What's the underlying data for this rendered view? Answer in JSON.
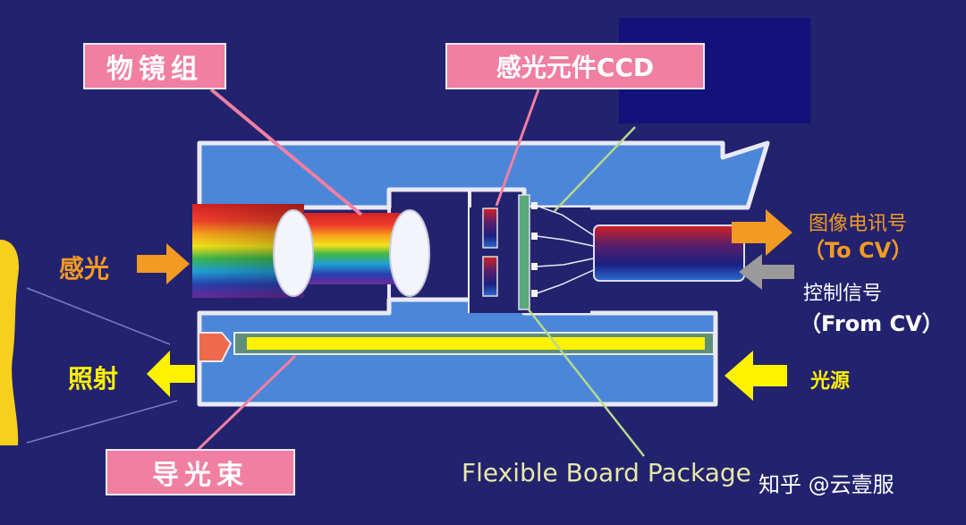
{
  "labels": {
    "objective": "物镜组",
    "ccd": "感光元件CCD",
    "light_guide": "导光束",
    "sensing": "感光",
    "illumination": "照射",
    "image_signal": "图像电讯号",
    "to_cv": "（To CV）",
    "control_signal": "控制信号",
    "from_cv": "（From CV）",
    "light_source": "光源",
    "flexible_board": "Flexible Board Package",
    "watermark": "知乎 @云壹服"
  },
  "colors": {
    "background": "#22226e",
    "housing": "#4c86d8",
    "housing_border": "#e9e9f5",
    "label_box": "#f07fa2",
    "arrow_orange": "#f39a22",
    "arrow_yellow": "#fff200",
    "arrow_gray": "#9a9a9a"
  },
  "icons": [
    "arrow-right-icon",
    "arrow-left-icon"
  ]
}
